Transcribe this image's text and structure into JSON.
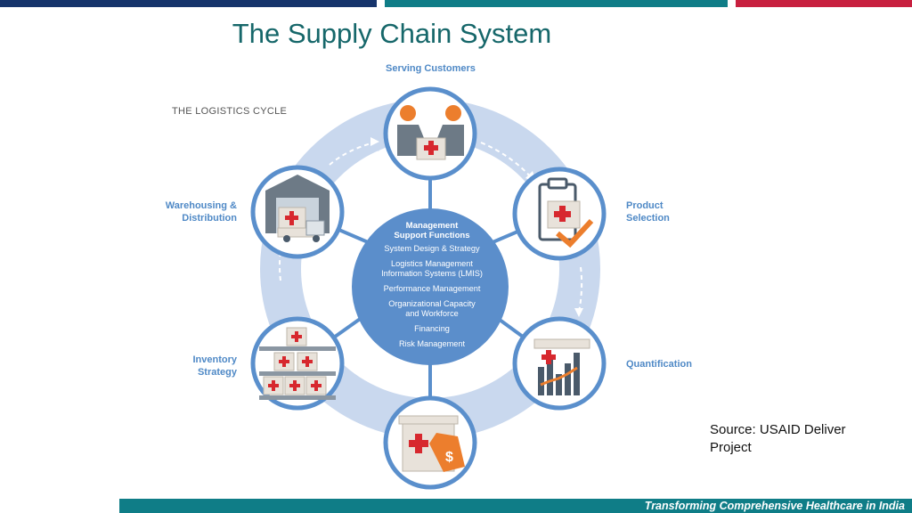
{
  "title": "The Supply Chain System",
  "diagram_heading": "THE LOGISTICS CYCLE",
  "cycle_labels": {
    "serving_customers": "Serving Customers",
    "product_selection": [
      "Product",
      "Selection"
    ],
    "quantification": "Quantification",
    "inventory_strategy": [
      "Inventory",
      "Strategy"
    ],
    "warehousing_distribution": [
      "Warehousing &",
      "Distribution"
    ]
  },
  "center": {
    "title": [
      "Management",
      "Support Functions"
    ],
    "functions": [
      [
        "System Design & Strategy"
      ],
      [
        "Logistics Management",
        "Information Systems (LMIS)"
      ],
      [
        "Performance Management"
      ],
      [
        "Organizational Capacity",
        "and Workforce"
      ],
      [
        "Financing"
      ],
      [
        "Risk Management"
      ]
    ]
  },
  "source": [
    "Source: USAID Deliver",
    "Project"
  ],
  "footer": "Transforming Comprehensive Healthcare in India",
  "colors": {
    "ring": "#c9d8ee",
    "node_border": "#5a8fcc",
    "center_fill": "#5b8ecb",
    "accent_red": "#d7282e",
    "accent_orange": "#ec7e2d",
    "teal": "#0f7d87",
    "navy": "#16346b"
  },
  "icons": [
    "handshake-box-icon",
    "clipboard-check-icon",
    "bar-chart-icon",
    "price-tag-box-icon",
    "shelves-boxes-icon",
    "warehouse-truck-icon"
  ]
}
